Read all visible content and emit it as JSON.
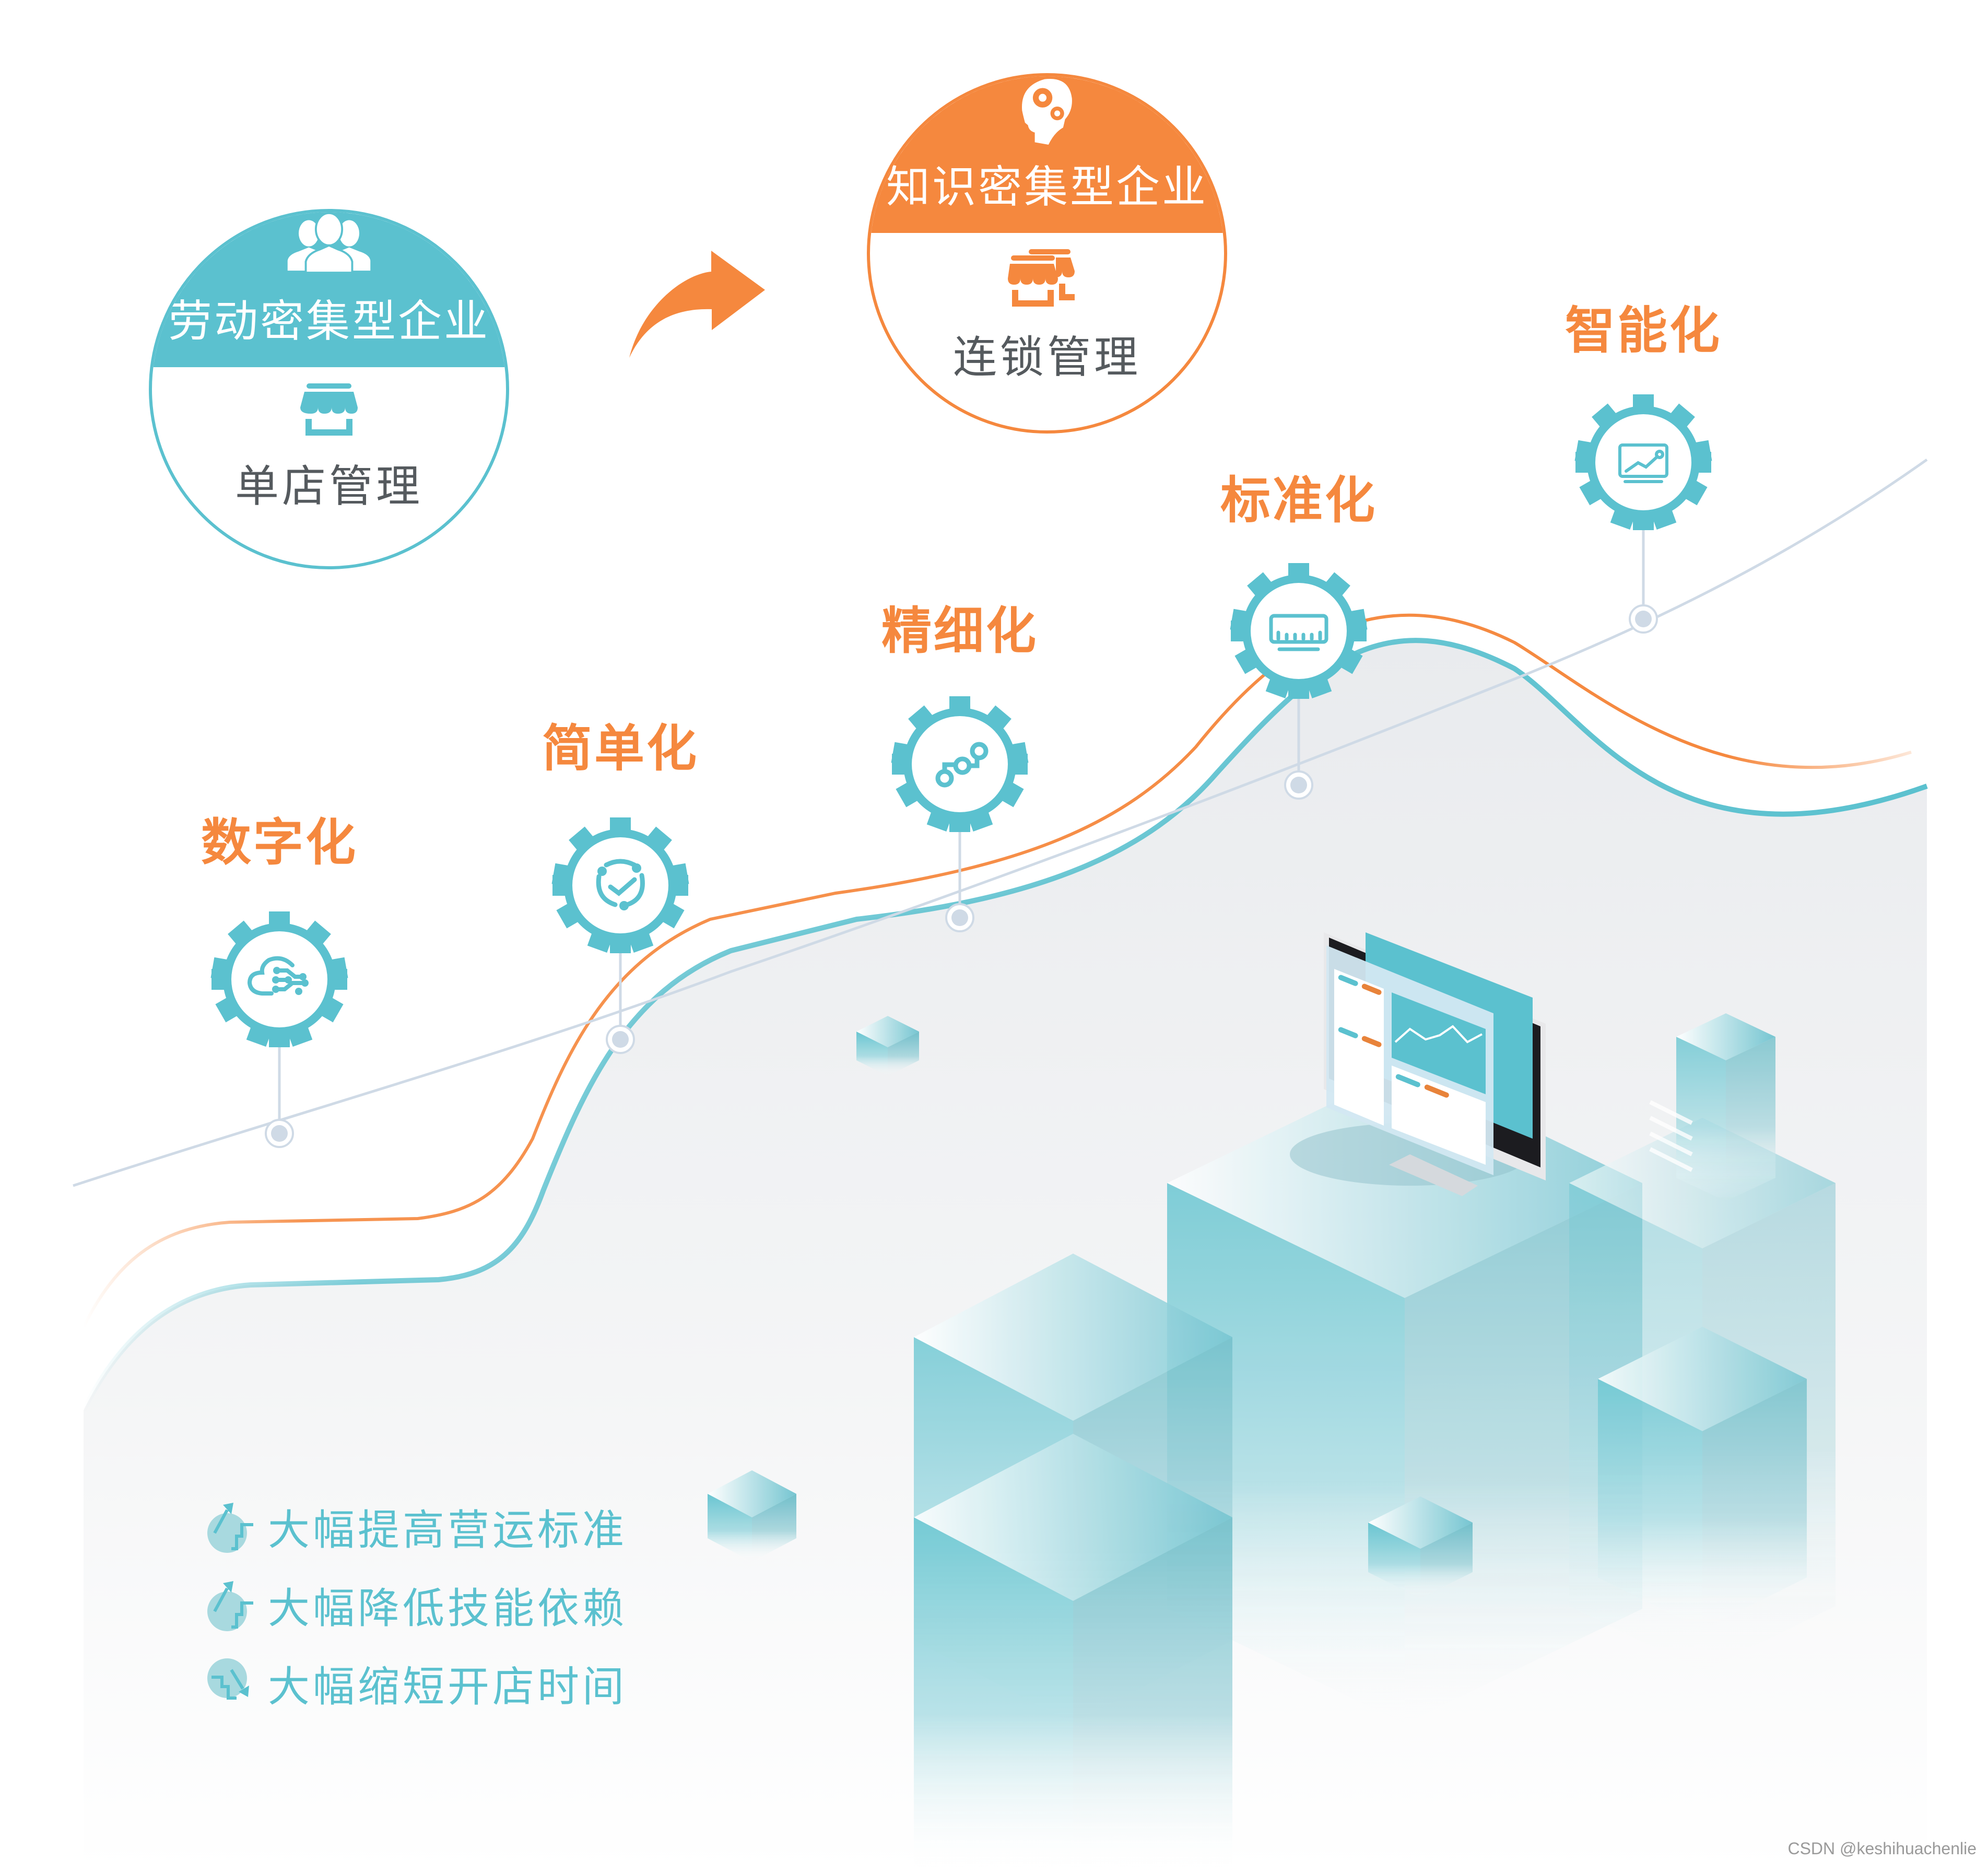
{
  "colors": {
    "teal": "#5bc1cf",
    "orange": "#f5883e",
    "timeline_gray": "#cfdae6",
    "text_gray": "#555a5e",
    "bg_gray": "#eef0f2"
  },
  "transition": {
    "from": {
      "title": "劳动密集型企业",
      "subtitle": "单店管理",
      "top_icon": "people-group-icon",
      "bottom_icon": "single-store-icon",
      "color": "#5bc1cf"
    },
    "arrow_icon": "curved-arrow-right-icon",
    "to": {
      "title": "知识密集型企业",
      "subtitle": "连锁管理",
      "top_icon": "head-gears-icon",
      "bottom_icon": "chain-stores-icon",
      "color": "#f5883e"
    }
  },
  "stages": [
    {
      "label": "数字化",
      "icon": "cloud-circuit-icon"
    },
    {
      "label": "简单化",
      "icon": "cycle-check-icon"
    },
    {
      "label": "精细化",
      "icon": "step-nodes-icon"
    },
    {
      "label": "标准化",
      "icon": "ruler-monitor-icon"
    },
    {
      "label": "智能化",
      "icon": "trend-monitor-icon"
    }
  ],
  "benefits": [
    {
      "text": "大幅提高营运标准",
      "icon": "stairs-up-icon"
    },
    {
      "text": "大幅降低技能依赖",
      "icon": "stairs-up-icon"
    },
    {
      "text": "大幅缩短开店时间",
      "icon": "stairs-down-icon"
    }
  ],
  "illustration": {
    "monitor_icon": "dashboard-monitor-icon",
    "blocks": "isometric-cubes"
  },
  "watermark": "CSDN @keshihuachenlie"
}
